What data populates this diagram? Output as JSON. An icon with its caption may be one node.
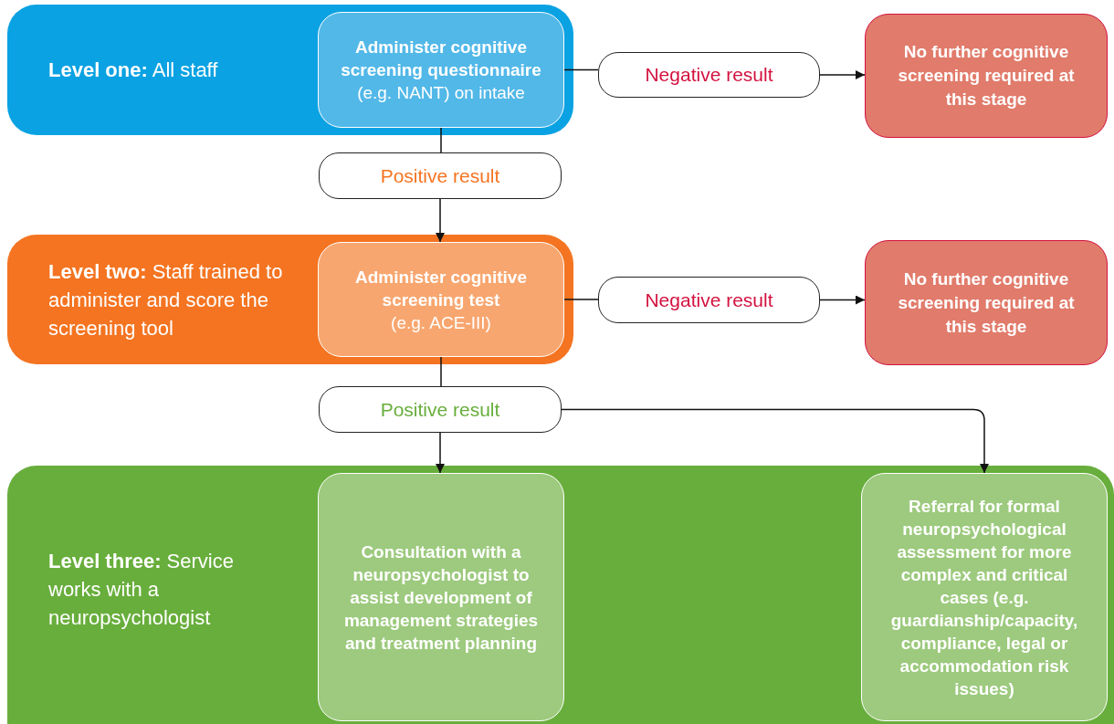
{
  "diagram": {
    "nodes": [
      {
        "text": [
          "**Level one:** All staff"
        ]
      },
      {
        "text": [
          "Administer cognitive screening questionnaire",
          "(e.g. NANT) on intake"
        ],
        "in": 0
      },
      {
        "text": [
          "Negative result"
        ]
      },
      {
        "text": [
          "No further cognitive screening required at this stage"
        ]
      },
      {
        "text": [
          "Positive result"
        ]
      },
      {
        "text": [
          "**Level two:** Staff trained to administer and score the screening tool"
        ]
      },
      {
        "text": [
          "Administer cognitive screening test",
          "(e.g. ACE-III)"
        ],
        "in": 5
      },
      {
        "text": [
          "Negative result"
        ]
      },
      {
        "text": [
          "No further cognitive screening required at this stage"
        ]
      },
      {
        "text": [
          "Positive result"
        ]
      },
      {
        "text": [
          "**Level three:** Service works with a neuropsychologist"
        ]
      },
      {
        "text": [
          "Consultation with a neuropsychologist to assist development of management strategies and treatment planning"
        ],
        "in": 10
      },
      {
        "text": [
          "Referral for formal neuropsychological assessment for more complex and critical cases (e.g. guardianship/capacity, compliance, legal or accommodation risk issues)"
        ],
        "in": 10
      }
    ],
    "edges": [
      {
        "from": 1,
        "to": 2,
        "arrow": "none"
      },
      {
        "from": 2,
        "to": 3,
        "arrow": "to"
      },
      {
        "from": 1,
        "to": 4,
        "arrow": "none"
      },
      {
        "from": 4,
        "to": 6,
        "arrow": "to"
      },
      {
        "from": 6,
        "to": 7,
        "arrow": "none"
      },
      {
        "from": 7,
        "to": 8,
        "arrow": "to"
      },
      {
        "from": 6,
        "to": 9,
        "arrow": "none"
      },
      {
        "from": 9,
        "to": 11,
        "arrow": "to"
      },
      {
        "from": 9,
        "to": 12,
        "arrow": "to"
      }
    ]
  }
}
